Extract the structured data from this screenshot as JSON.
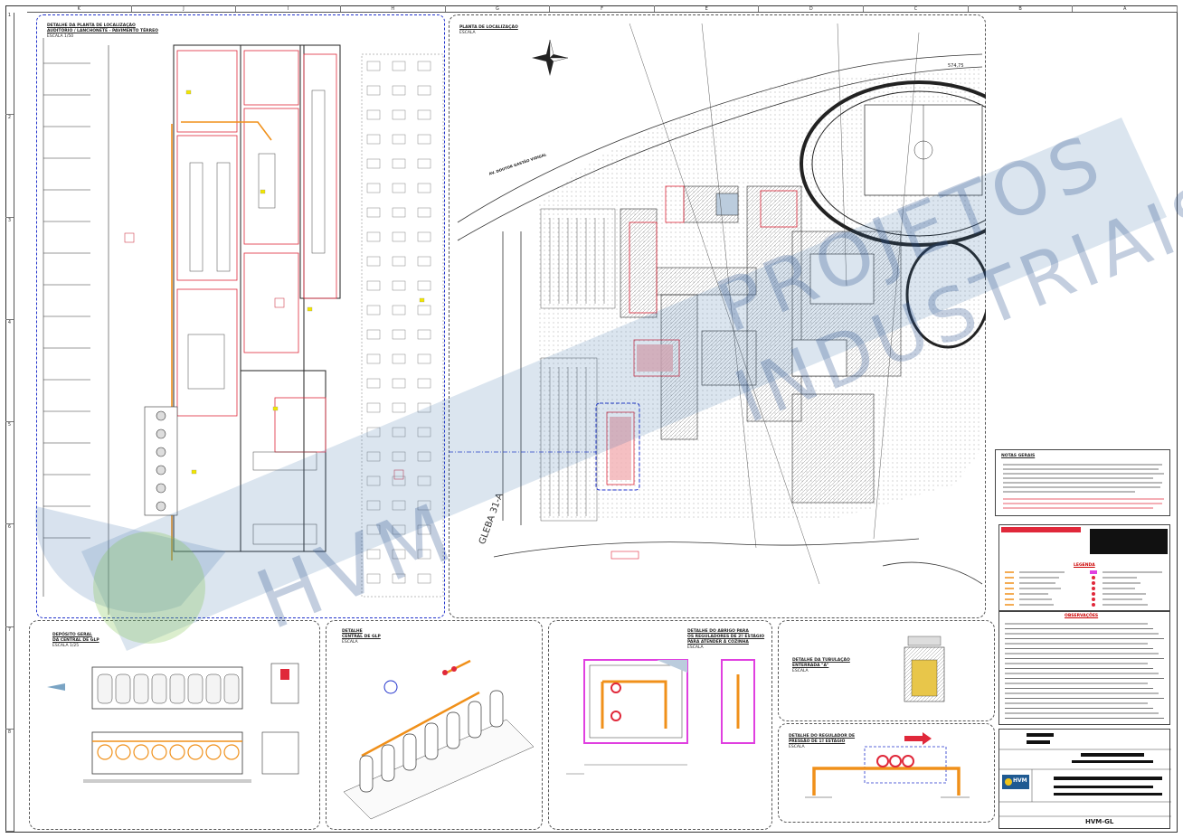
{
  "sheet": {
    "ruler_top": [
      "K",
      "J",
      "I",
      "H",
      "G",
      "F",
      "E",
      "D",
      "C",
      "B",
      "A"
    ],
    "ruler_left": [
      "1",
      "2",
      "3",
      "4",
      "5",
      "6",
      "7",
      "8"
    ]
  },
  "detail_floor": {
    "title": "DETALHE DA PLANTA DE LOCALIZAÇÃO",
    "subtitle": "AUDITÓRIO / LANCHONETE - PAVIMENTO TÉRREO",
    "scale": "ESCALA 1/50"
  },
  "location_plan": {
    "title": "PLANTA DE LOCALIZAÇÃO",
    "scale": "ESCALA",
    "gleba": "GLEBA 31-A",
    "street_label": "AV. DOUTOR GASTÃO VIDIGAL",
    "elevation": "574,75"
  },
  "detail_gas_central": {
    "title": "DEPÓSITO GERAL",
    "subtitle": "DA CENTRAL DE GLP",
    "scale": "ESCALA 1/25"
  },
  "detail_glp": {
    "title": "DETALHE",
    "subtitle": "CENTRAL DE GLP",
    "scale": "ESCALA"
  },
  "detail_regulator_2": {
    "title": "DETALHE DO ABRIGO PARA",
    "subtitle": "OS REGULADORES DE 2º ESTÁGIO",
    "subtitle2": "PARA ATENDER À COZINHA",
    "scale": "ESCALA"
  },
  "detail_buried": {
    "title": "DETALHE DA TUBULAÇÃO",
    "subtitle": "ENTERRADA \"A\"",
    "scale": "ESCALA"
  },
  "detail_regulator_1": {
    "title": "DETALHE DO REGULADOR DE",
    "subtitle": "PRESSÃO DE 1º ESTÁGIO",
    "scale": "ESCALA"
  },
  "notes": {
    "title": "NOTAS GERAIS"
  },
  "legend": {
    "title": "LEGENDA"
  },
  "observations": {
    "title": "OBSERVAÇÕES"
  },
  "title_block": {
    "company": "HVM",
    "drawing_no": "HVM-GL"
  },
  "watermark": {
    "line1": "PROJETOS",
    "line2": "INDUSTRIAIS",
    "brand": "HVM"
  },
  "colors": {
    "gas_line": "#f0901a",
    "red_lines": "#e0283a",
    "blue_dash": "#2233cc",
    "magenta": "#e040e0",
    "watermark": "#3a6ea8"
  }
}
